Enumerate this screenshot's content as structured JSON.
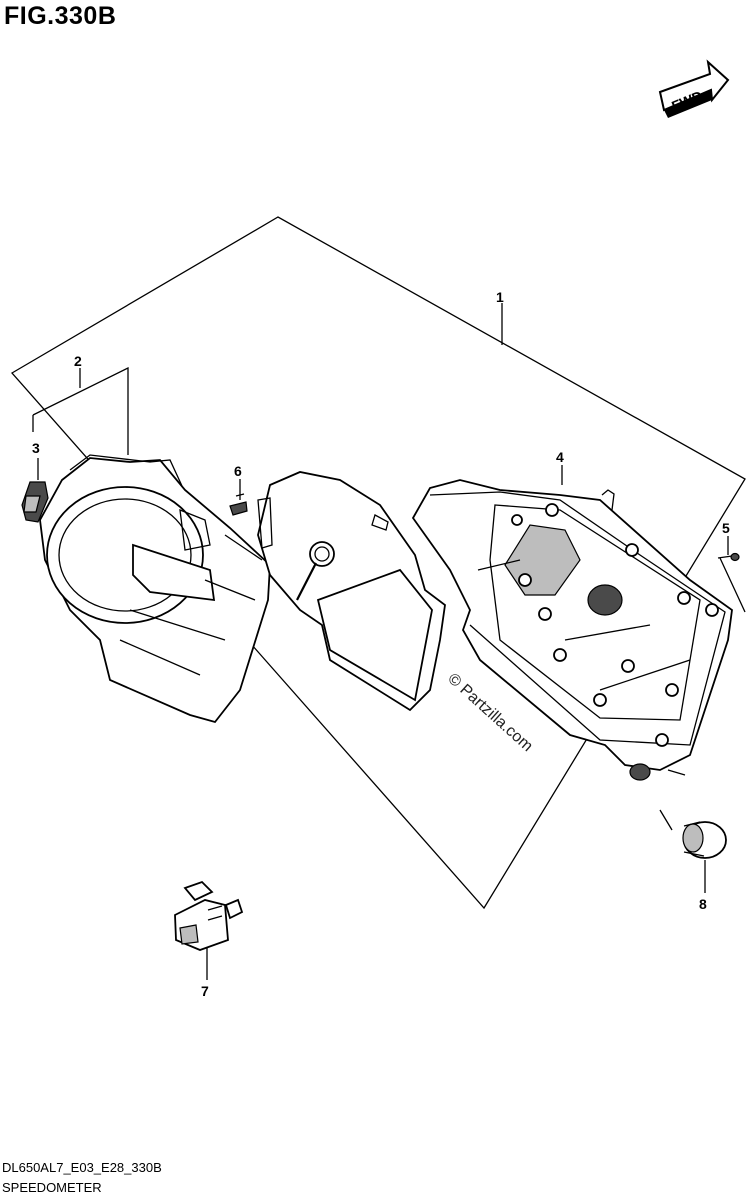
{
  "figure": {
    "title": "FIG.330B",
    "footer_code": "DL650AL7_E03_E28_330B",
    "footer_name": "SPEEDOMETER",
    "watermark": "© Partzilla.com",
    "fwd_label": "FWD"
  },
  "callouts": [
    {
      "label": "1",
      "part": "speedometer assembly"
    },
    {
      "label": "2",
      "part": "front cover"
    },
    {
      "label": "3",
      "part": "cover clip"
    },
    {
      "label": "4",
      "part": "rear case"
    },
    {
      "label": "5",
      "part": "screw"
    },
    {
      "label": "6",
      "part": "clip"
    },
    {
      "label": "7",
      "part": "coupler"
    },
    {
      "label": "8",
      "part": "grommet"
    }
  ]
}
